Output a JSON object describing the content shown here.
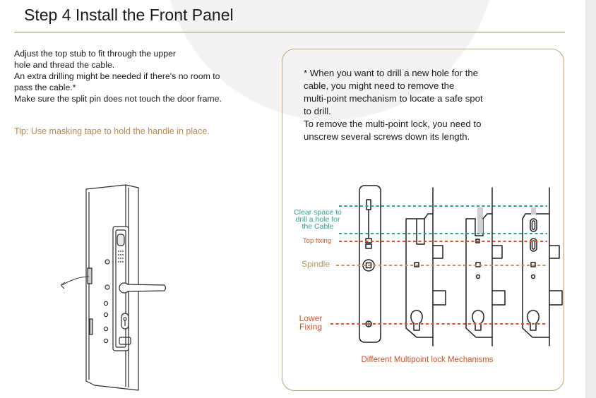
{
  "page": {
    "title": "Step 4 Install the Front Panel"
  },
  "instructions": [
    "Adjust the top stub to fit through the upper",
    "hole and thread the cable.",
    "An extra drilling might be needed if there's no room to",
    "pass the cable.*",
    "Make sure the split pin does not touch the door frame."
  ],
  "tip": "Tip: Use masking tape to hold the handle in place.",
  "note": [
    "* When you want to drill a new hole for the",
    "cable, you might need to remove the",
    "multi-point mechanism to locate a safe spot",
    "to drill.",
    "To remove the multi-point lock, you need to",
    "unscrew several screws down its length."
  ],
  "diagram": {
    "labels": {
      "clear_space": "Clear space to drill a hole for the Cable",
      "top_fixing": "Top fixing",
      "spindle": "Spindle",
      "lower_fixing": "Lower Fixing"
    },
    "caption": "Different Multipoint lock Mechanisms"
  },
  "colors": {
    "accent": "#b08a5c",
    "tip": "#b98a55",
    "clear_space": "#2aa590",
    "fixing": "#d9542b",
    "spindle": "#b59564"
  }
}
